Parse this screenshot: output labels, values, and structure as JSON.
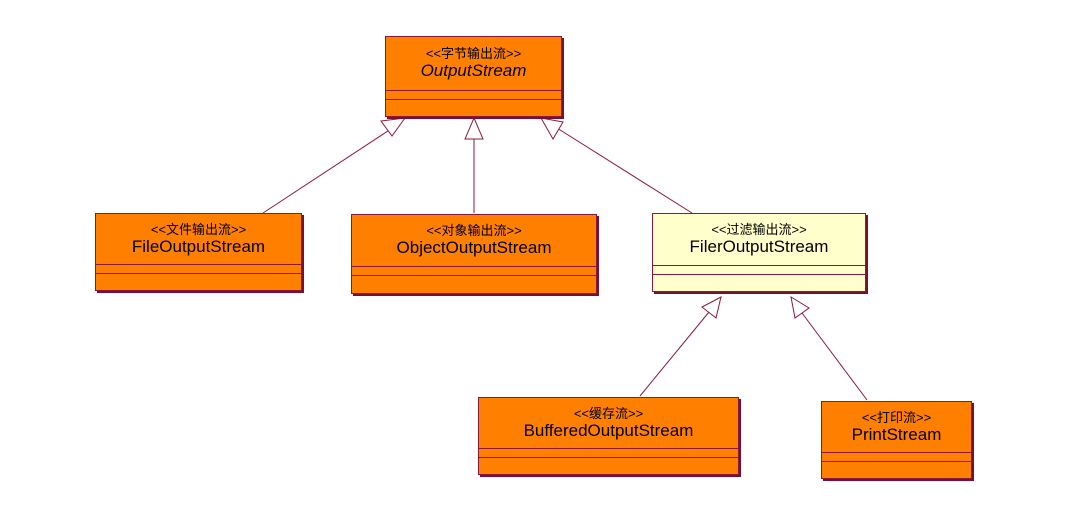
{
  "colors": {
    "class_fill": "#ff7f00",
    "decorator_fill": "#ffffcc",
    "line": "#8b1a3a"
  },
  "classes": {
    "output_stream": {
      "stereotype": "<<字节输出流>>",
      "name": "OutputStream",
      "abstract": true
    },
    "file_output_stream": {
      "stereotype": "<<文件输出流>>",
      "name": "FileOutputStream"
    },
    "object_output_stream": {
      "stereotype": "<<对象输出流>>",
      "name": "ObjectOutputStream"
    },
    "filer_output_stream": {
      "stereotype": "<<过滤输出流>>",
      "name": "FilerOutputStream"
    },
    "buffered_output_stream": {
      "stereotype": "<<缓存流>>",
      "name": "BufferedOutputStream"
    },
    "print_stream": {
      "stereotype": "<<打印流>>",
      "name": "PrintStream"
    }
  },
  "relations": [
    {
      "type": "generalization",
      "from": "file_output_stream",
      "to": "output_stream"
    },
    {
      "type": "generalization",
      "from": "object_output_stream",
      "to": "output_stream"
    },
    {
      "type": "generalization",
      "from": "filer_output_stream",
      "to": "output_stream"
    },
    {
      "type": "generalization",
      "from": "buffered_output_stream",
      "to": "filer_output_stream"
    },
    {
      "type": "generalization",
      "from": "print_stream",
      "to": "filer_output_stream"
    }
  ]
}
